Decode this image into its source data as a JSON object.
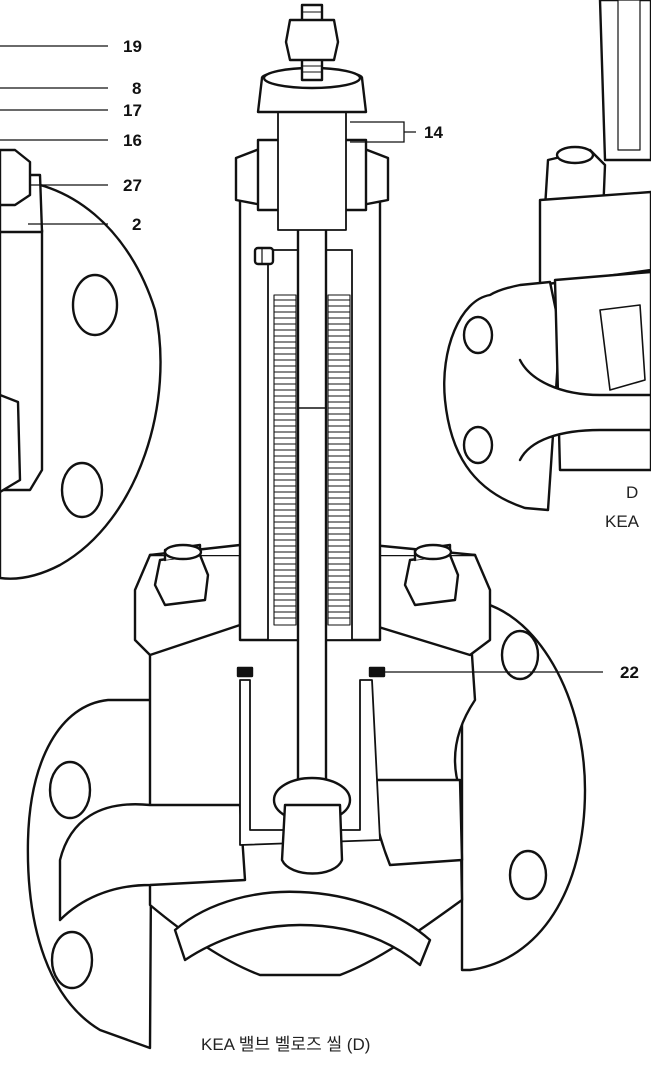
{
  "labels": {
    "l19": "19",
    "l8": "8",
    "l17": "17",
    "l16": "16",
    "l27": "27",
    "l2": "2",
    "l14": "14",
    "l22": "22"
  },
  "captions": {
    "main": "KEA 밸브 벨로즈 씰 (D)",
    "right_line1": "D",
    "right_line2": "KEA"
  },
  "colors": {
    "ink": "#111111",
    "fill": "#ffffff"
  }
}
